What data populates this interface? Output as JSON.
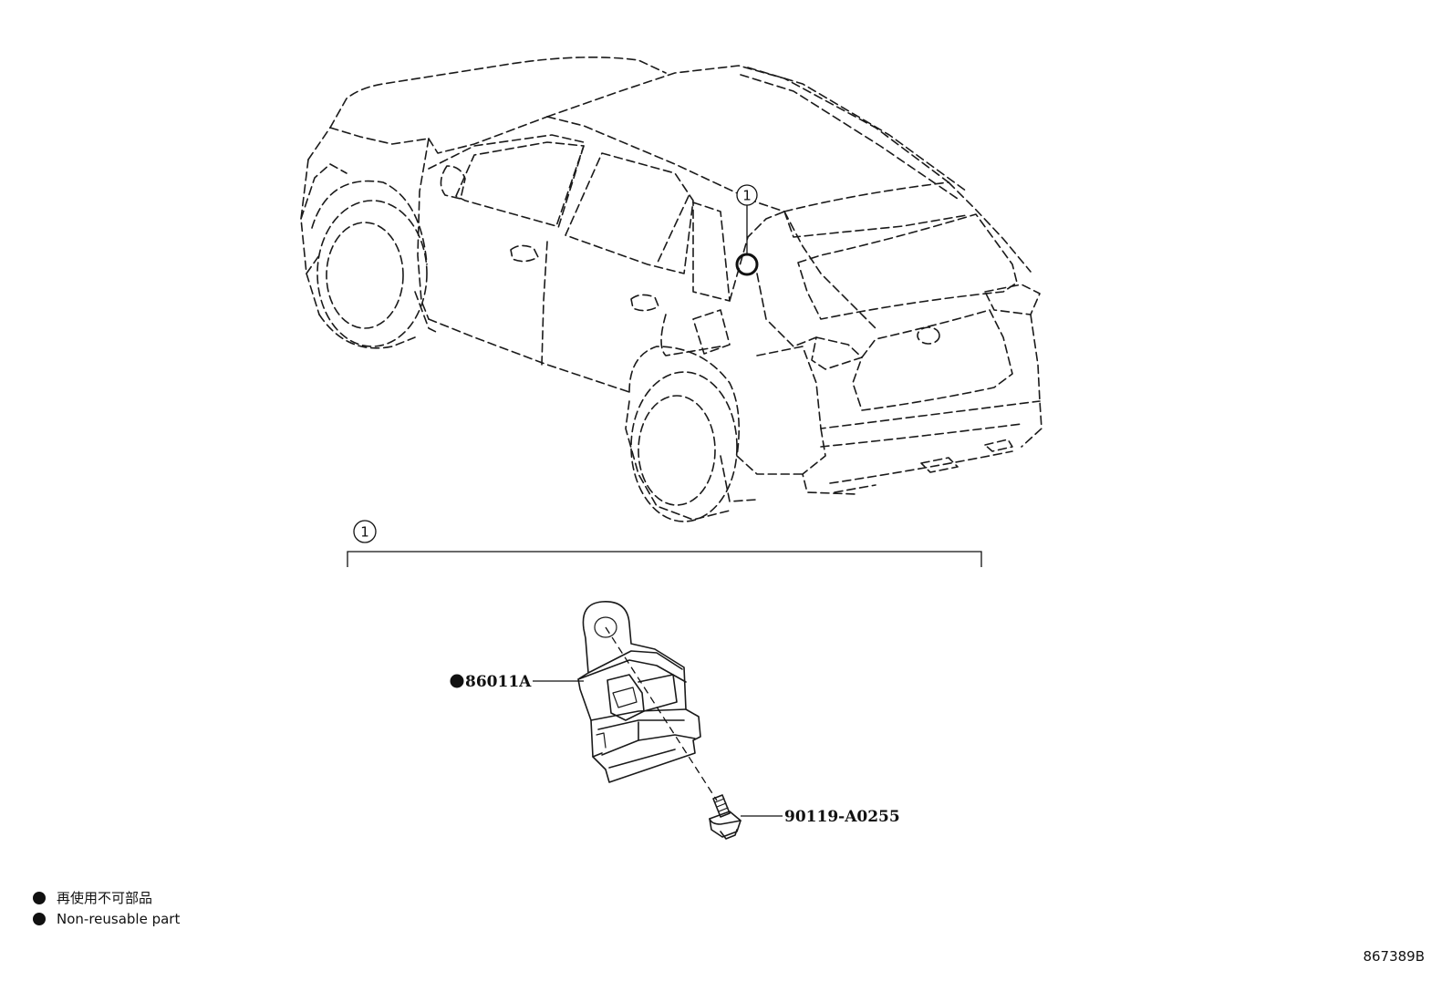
{
  "callouts": {
    "ref_1_vehicle": "1",
    "ref_1_group": "1"
  },
  "parts": [
    {
      "number": "86011A",
      "non_reusable": true
    },
    {
      "number": "90119-A0255",
      "non_reusable": false
    }
  ],
  "legend": {
    "japanese": "再使用不可部品",
    "english": "Non-reusable part"
  },
  "figure_id": "867389B",
  "colors": {
    "line": "#1a1a1a",
    "background": "#ffffff"
  }
}
